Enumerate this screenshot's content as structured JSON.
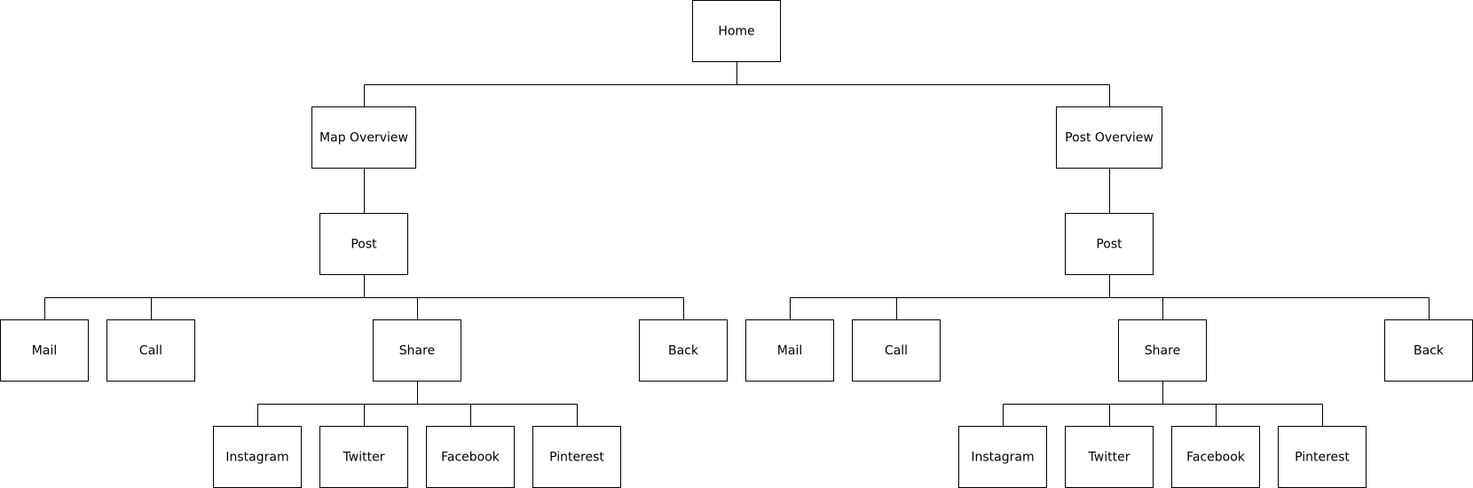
{
  "sitemap": {
    "root": {
      "label": "Home",
      "children": [
        {
          "label": "Map Overview",
          "children": [
            {
              "label": "Post",
              "children": [
                {
                  "label": "Mail"
                },
                {
                  "label": "Call"
                },
                {
                  "label": "Share",
                  "children": [
                    {
                      "label": "Instagram"
                    },
                    {
                      "label": "Twitter"
                    },
                    {
                      "label": "Facebook"
                    },
                    {
                      "label": "Pinterest"
                    }
                  ]
                },
                {
                  "label": "Back"
                }
              ]
            }
          ]
        },
        {
          "label": "Post Overview",
          "children": [
            {
              "label": "Post",
              "children": [
                {
                  "label": "Mail"
                },
                {
                  "label": "Call"
                },
                {
                  "label": "Share",
                  "children": [
                    {
                      "label": "Instagram"
                    },
                    {
                      "label": "Twitter"
                    },
                    {
                      "label": "Facebook"
                    },
                    {
                      "label": "Pinterest"
                    }
                  ]
                },
                {
                  "label": "Back"
                }
              ]
            }
          ]
        }
      ]
    }
  }
}
